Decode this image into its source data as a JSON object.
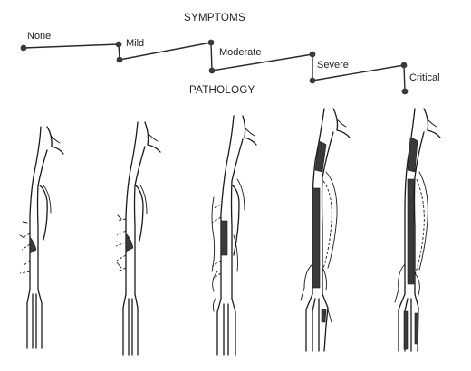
{
  "headers": {
    "symptoms": "SYMPTOMS",
    "pathology": "PATHOLOGY"
  },
  "symptom_levels": [
    {
      "label": "None"
    },
    {
      "label": "Mild"
    },
    {
      "label": "Moderate"
    },
    {
      "label": "Severe"
    },
    {
      "label": "Critical"
    }
  ],
  "colors": {
    "ink": "#1a1a1a",
    "occlusion": "#3a3a3a",
    "background": "#ffffff"
  }
}
